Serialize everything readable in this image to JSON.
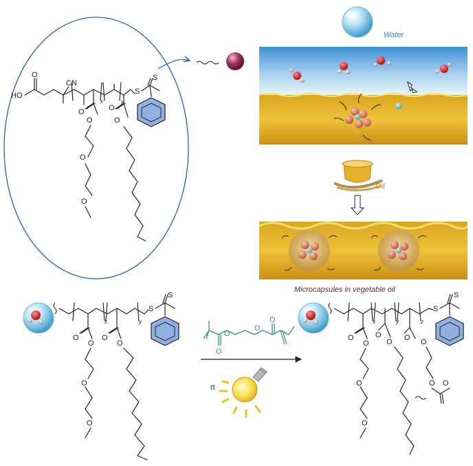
{
  "labels": {
    "water": "Water",
    "oil": "Oil",
    "microcapsules": "Microcapsules in vegetable oil",
    "rt": "rt"
  },
  "chem": {
    "ho": "HO",
    "o": "O",
    "cn": "CN",
    "s": "S",
    "x": "x",
    "y": "y",
    "z": "z"
  },
  "colors": {
    "water_label": "#3f7fc0",
    "oil_label": "#e07a2a",
    "caption": "#6b2a3a",
    "ellipse": "#2f5f9a",
    "benzene_fill": "#8fb0e0",
    "reagent": "#3a8f88"
  },
  "icons": [
    "water-droplet-icon",
    "polymer-bead-icon",
    "light-bulb-icon",
    "rice-oil-bowl-icon",
    "down-arrow-icon"
  ]
}
